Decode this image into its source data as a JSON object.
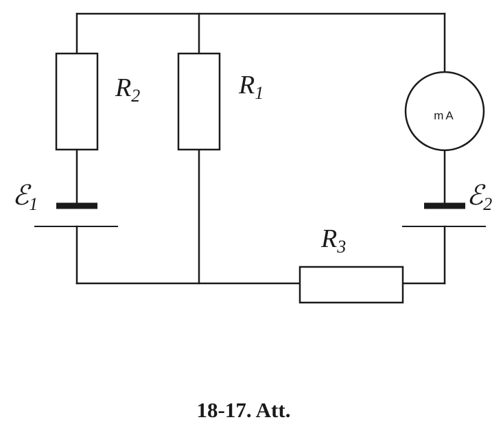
{
  "diagram": {
    "labels": {
      "r1": {
        "main": "R",
        "sub": "1"
      },
      "r2": {
        "main": "R",
        "sub": "2"
      },
      "r3": {
        "main": "R",
        "sub": "3"
      },
      "e1": {
        "main": "ℰ",
        "sub": "1"
      },
      "e2": {
        "main": "ℰ",
        "sub": "2"
      }
    },
    "meter_label": "mA",
    "caption": "18-17. Att."
  }
}
